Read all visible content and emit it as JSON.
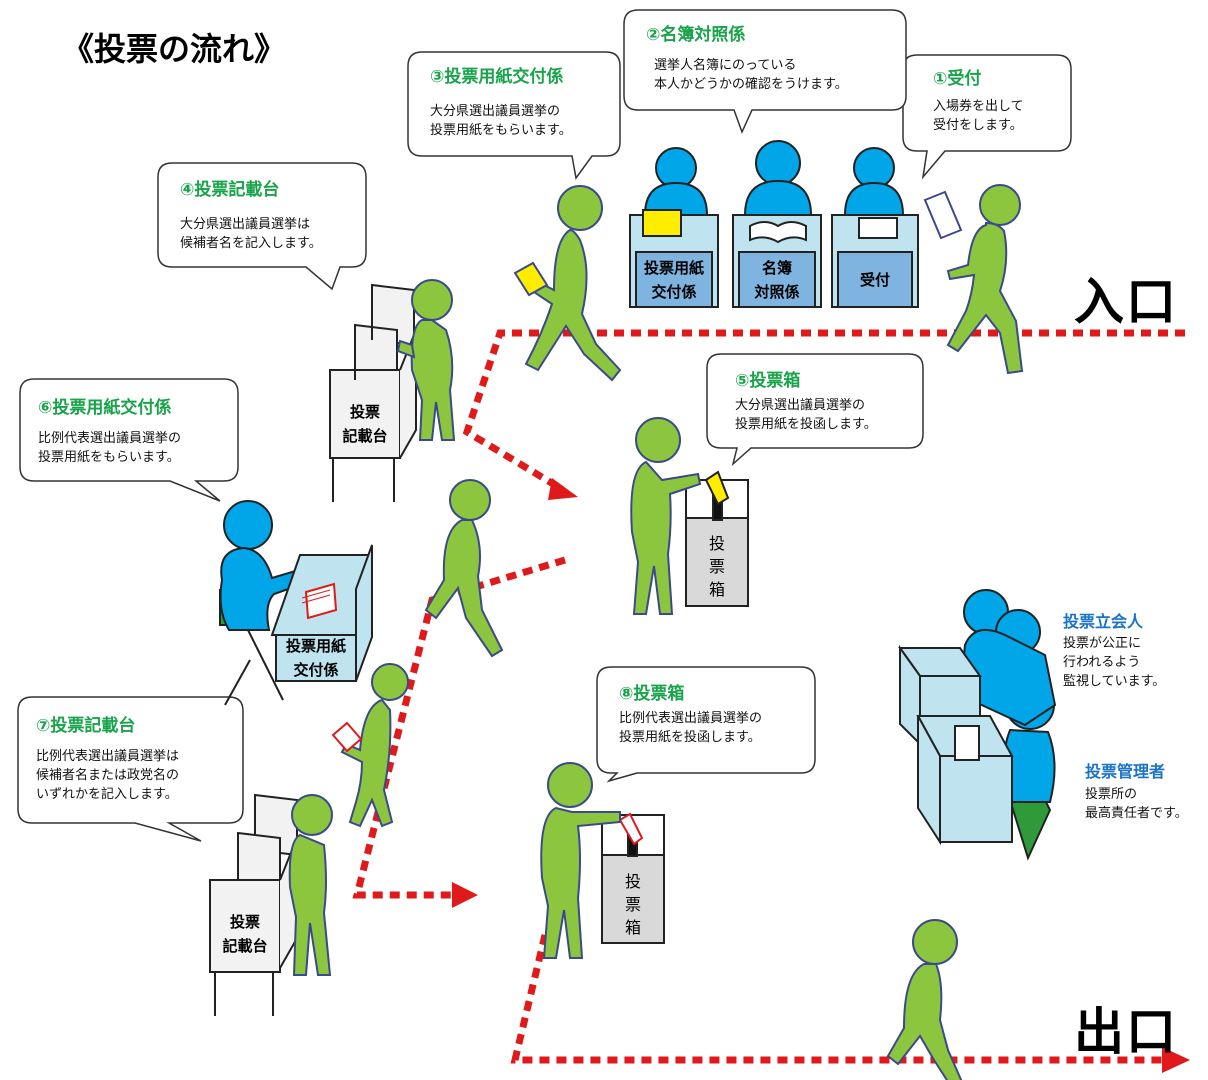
{
  "title": "《投票の流れ》",
  "entrance_label": "入口",
  "exit_label": "出口",
  "steps": [
    {
      "title": "①受付",
      "text": "入場券を出して\n受付をします。"
    },
    {
      "title": "②名簿対照係",
      "text": "選挙人名簿にのっている\n本人かどうかの確認をうけます。"
    },
    {
      "title": "③投票用紙交付係",
      "text": "大分県選出議員選挙の\n投票用紙をもらいます。"
    },
    {
      "title": "④投票記載台",
      "text": "大分県選出議員選挙は\n候補者名を記入します。"
    },
    {
      "title": "⑤投票箱",
      "text": "大分県選出議員選挙の\n投票用紙を投函します。"
    },
    {
      "title": "⑥投票用紙交付係",
      "text": "比例代表選出議員選挙の\n投票用紙をもらいます。"
    },
    {
      "title": "⑦投票記載台",
      "text": "比例代表選出議員選挙は\n候補者名または政党名の\nいずれかを記入します。"
    },
    {
      "title": "⑧投票箱",
      "text": "比例代表選出議員選挙の\n投票用紙を投函します。"
    }
  ],
  "desks": {
    "ballot_issue_top": "投票用紙\n交付係",
    "roll_check": "名簿\n対照係",
    "reception": "受付",
    "ballot_issue_left": "投票用紙\n交付係",
    "booth_top": "投票\n記載台",
    "booth_bottom": "投票\n記載台"
  },
  "ballot_box_label": "投\n票\n箱",
  "officials": [
    {
      "title": "投票立会人",
      "text": "投票が公正に\n行われるよう\n監視しています。"
    },
    {
      "title": "投票管理者",
      "text": "投票所の\n最高責任者です。"
    }
  ],
  "colors": {
    "step_title": "#19a34a",
    "official_title": "#1a73c8",
    "path": "#e0191b",
    "voter": "#8cc63f",
    "staff": "#00a6e8",
    "desk": "#bfe4ef",
    "booth": "#f2f2f2"
  }
}
